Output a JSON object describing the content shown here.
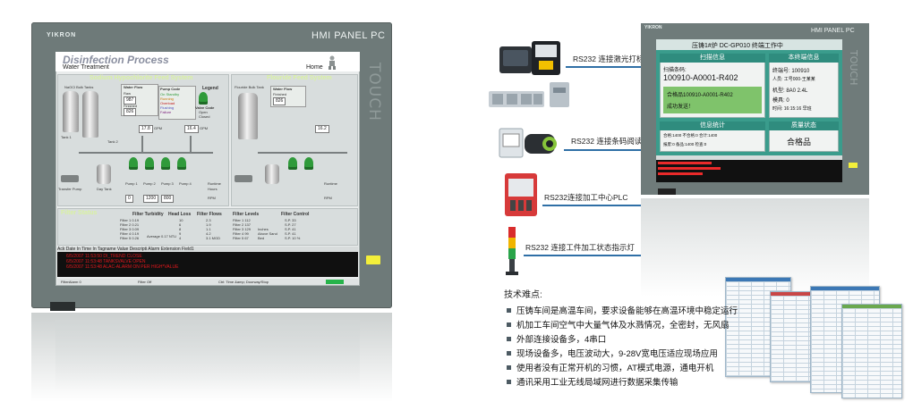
{
  "left_panel": {
    "brand": "YIKRON",
    "model": "HMI PANEL PC",
    "touch_label": "TOUCH",
    "screen": {
      "title": "Disinfection Process",
      "subtitle": "Water Treatment",
      "home": "Home",
      "sodium_title": "Sodium Hypochlorite Feed System",
      "fluoride_title": "Flouride Feed System",
      "naocl_tank": "NaOCl Bulk Tanks",
      "fluoride_tank": "Flouride Bulk Tank",
      "tank1": "Tank 1",
      "tank2": "Tank 2",
      "water_flow": "Water Flow",
      "raw_label": "Raw",
      "finished_label": "Finished",
      "raw_value": "987",
      "finished_value": "826",
      "fluoride_finished_value": "826",
      "gpm": "GPM",
      "pump_code": "Pump Code",
      "legend": "Legend",
      "valve_code": "Valve Code",
      "legend_items": [
        "On Standby",
        "Running",
        "Overload",
        "Flushing",
        "Failure"
      ],
      "valve_items": [
        "Open",
        "Closed"
      ],
      "flow_a": "17.8",
      "flow_b": "16.4",
      "flow_c": "16.2",
      "transfer_pump": "Transfer Pump",
      "day_tank": "Day Tank",
      "pumps": [
        "Pump 1",
        "Pump 2",
        "Pump 3",
        "Pump 4"
      ],
      "runtime": "Runtime",
      "hours": "Hours",
      "rpm": "RPM",
      "rpm_values": [
        "0",
        "1200",
        "800"
      ],
      "filter_status": "Filter Status",
      "filter_tables": [
        {
          "title": "Filter Turbidity",
          "rows": [
            "Filter 1  0.19",
            "Filter 2  0.21",
            "Filter 3  0.09",
            "Filter 4  0.19",
            "Filter 5  0.26"
          ],
          "extra": "Average 0.17 NTU"
        },
        {
          "title": "Head Loss",
          "rows": [
            "10",
            "6",
            "8",
            "9",
            "4"
          ]
        },
        {
          "title": "Filter Flows",
          "rows": [
            "2.3",
            "1.9",
            "1.1",
            "4.2",
            "3.1  MGD"
          ]
        },
        {
          "title": "Filter Levels",
          "rows": [
            "Filter 1  112",
            "Filter 2  137",
            "Filter 3  129",
            "Filter 4  99",
            "Filter 5  67"
          ],
          "extra": "Inches Above Sand Bed"
        },
        {
          "title": "Filter Control",
          "rows": [
            "S.P.  33",
            "S.P.  27",
            "S.P.  41",
            "S.P.  41",
            "S.P.  10  %"
          ]
        }
      ],
      "alarm_header": "Ack  Date In   Time In     Tagname     Value  Descripti   Alarm Extension Field1",
      "alarm_rows": [
        "6/5/2007 11:53:50 DI_TREND         CLOSE",
        "6/5/2007 11:53:48 TANKSVALVE       OPEN",
        "6/5/2007 11:53:48 ALAC-ALARM       ON      PER HIGH*VALUE"
      ],
      "status_left": "FilterAlarm 0",
      "status_mid": "Filter Off",
      "status_right": "Ctrl: Time &amp; Doorway/Stop"
    }
  },
  "devices": [
    {
      "label": "RS232 连接激光打标机",
      "icon": "laser-marker-icon"
    },
    {
      "label": "RS232 连接条码阅读器",
      "icon": "barcode-reader-icon"
    },
    {
      "label": "RS232连接加工中心PLC",
      "icon": "plc-icon"
    },
    {
      "label": "RS232 连接工件加工状态指示灯",
      "icon": "signal-tower-icon"
    }
  ],
  "right_panel": {
    "brand": "YIKRON",
    "model": "HMI PANEL PC",
    "touch_label": "TOUCH",
    "screen": {
      "top_title": "压铸1#炉  DC-GP010        终端工作中",
      "scan_header": "扫描信息",
      "scan_code_label": "扫描条码:",
      "scan_code": "100910-A0001-R402",
      "scan_ok": "合格品100910-A0001-R402",
      "scan_sent": "成功发送！",
      "terminal_header": "本终端信息",
      "terminal_lines": [
        "终端号: 100910",
        "人员: 工号000-王某某",
        "机型: 8A0  2.4L",
        "模具: 0",
        "时间: 16:15:16   早班"
      ],
      "stats_header": "信息统计",
      "stats_lines": [
        "合格:1400   不合格:0   合计:1400",
        "报废:0   备品:1400   检查:0"
      ],
      "result_header": "质量状态",
      "result_value": "合格品"
    }
  },
  "notes": {
    "title": "技术难点:",
    "items": [
      "压铸车间是高温车间，要求设备能够在高温环境中稳定运行",
      "机加工车间空气中大量气体及水溅情况，全密封，无风扇",
      "外部连接设备多，4串口",
      "现场设备多，电压波动大，9-28V宽电压适应现场应用",
      "使用者没有正常开机的习惯，AT模式电源，通电开机",
      "通讯采用工业无线局域网进行数据采集传输"
    ]
  },
  "colors": {
    "bezel": "#6e7a79",
    "right_screen": "#3a9c8c",
    "connector_line": "#2f6fa6",
    "alarm_text": "#e3171c",
    "pump_green": "#2f9a3a"
  }
}
